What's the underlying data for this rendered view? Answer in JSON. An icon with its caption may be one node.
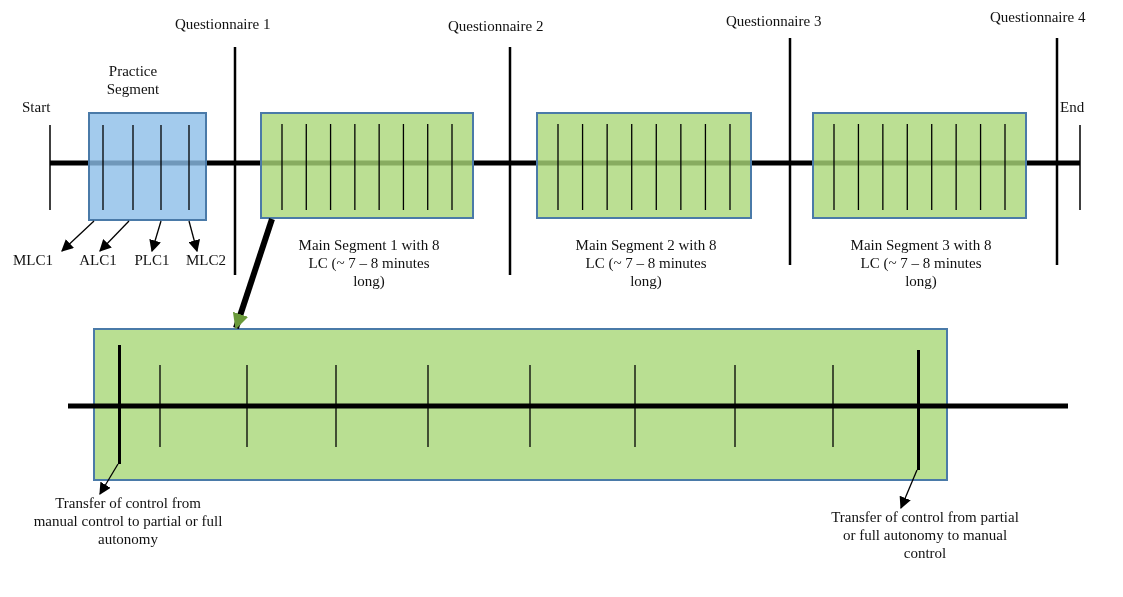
{
  "diagram": {
    "nodes": [
      {
        "text": [
          "Practice Segment"
        ]
      },
      {
        "text": [
          "Main Segment 1 with 8 LC (~ 7 – 8 minutes long)"
        ]
      },
      {
        "text": [
          "Main Segment 2 with 8 LC (~ 7 – 8 minutes long)"
        ]
      },
      {
        "text": [
          "Main Segment 3 with 8 LC (~ 7 – 8 minutes long)"
        ]
      },
      {
        "text": [],
        "shape": "box"
      },
      {
        "text": [],
        "shape": "bar",
        "in": 4
      },
      {
        "text": [],
        "shape": "bar",
        "in": 4
      },
      {
        "text": [
          "MLC1"
        ]
      },
      {
        "text": [
          "ALC1"
        ]
      },
      {
        "text": [
          "PLC1"
        ]
      },
      {
        "text": [
          "MLC2"
        ]
      },
      {
        "text": [
          "Transfer of control from manual control to partial or full autonomy"
        ]
      },
      {
        "text": [
          "Transfer of control from partial or full autonomy to manual control"
        ]
      }
    ],
    "edges": [
      {
        "from": 0,
        "to": 7,
        "arrow": "to"
      },
      {
        "from": 0,
        "to": 8,
        "arrow": "to"
      },
      {
        "from": 0,
        "to": 9,
        "arrow": "to"
      },
      {
        "from": 0,
        "to": 10,
        "arrow": "to"
      },
      {
        "from": 1,
        "to": 4,
        "arrow": "to",
        "style": "thick"
      },
      {
        "from": 5,
        "to": 11,
        "arrow": "to"
      },
      {
        "from": 6,
        "to": 12,
        "arrow": "to"
      }
    ],
    "labels": [
      "Questionnaire 1",
      "Questionnaire 2",
      "Questionnaire 3",
      "Questionnaire 4",
      "Start",
      "End"
    ]
  }
}
